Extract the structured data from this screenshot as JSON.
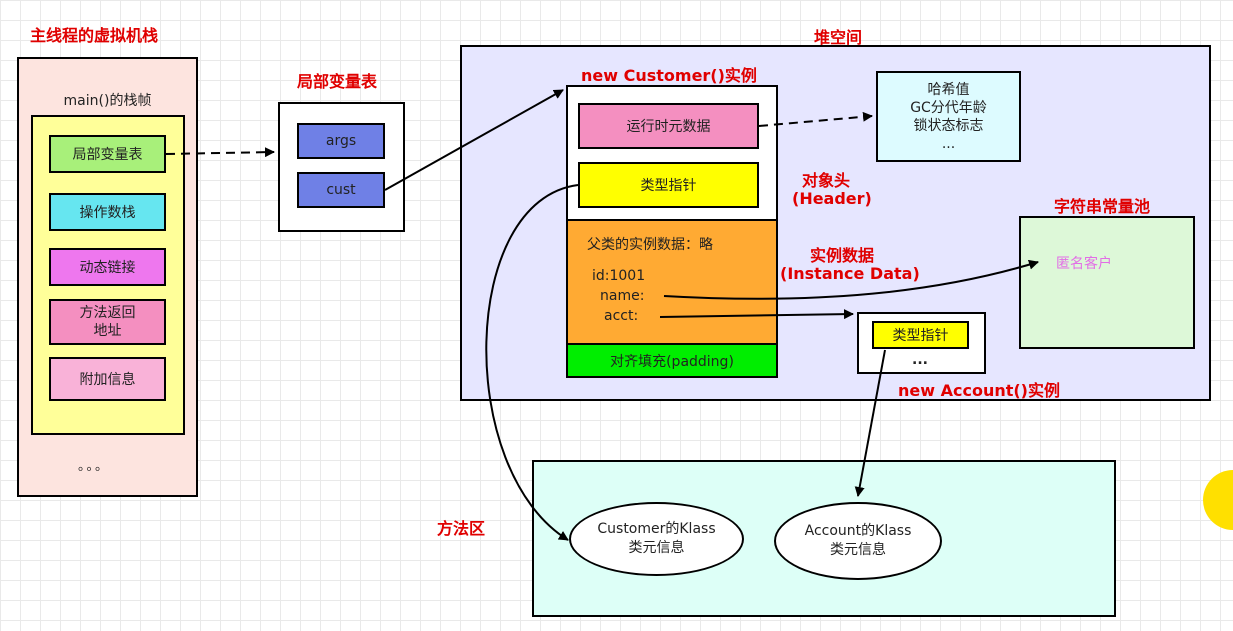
{
  "stack": {
    "title": "主线程的虚拟机栈",
    "frame_label": "main()的栈帧",
    "items": [
      "局部变量表",
      "操作数栈",
      "动态链接",
      "方法返回\n地址",
      "附加信息"
    ],
    "more": "。。。"
  },
  "lvt": {
    "title": "局部变量表",
    "slots": [
      "args",
      "cust"
    ]
  },
  "heap": {
    "title": "堆空间",
    "customer_title": "new Customer()实例",
    "runtime_meta": "运行时元数据",
    "type_pointer": "类型指针",
    "header_label": "对象头",
    "header_label_en": "(Header)",
    "mark_info": [
      "哈希值",
      "GC分代年龄",
      "锁状态标志",
      "..."
    ],
    "parent_data": "父类的实例数据：略",
    "fields": [
      "id:1001",
      "name:",
      "acct:"
    ],
    "instance_label": "实例数据",
    "instance_label_en": "(Instance Data)",
    "padding": "对齐填充(padding)",
    "string_pool_title": "字符串常量池",
    "string_value": "匿名客户",
    "account_type_pointer": "类型指针",
    "account_more": "...",
    "account_title": "new Account()实例"
  },
  "method_area": {
    "title": "方法区",
    "customer_klass": "Customer的Klass\n类元信息",
    "account_klass": "Account的Klass\n类元信息"
  },
  "colors": {
    "green": "#a8f07a",
    "cyan": "#66e6f0",
    "magenta": "#ee77ee",
    "pink": "#f48fc0",
    "yellow": "#ffff00",
    "orange": "#ffaa33",
    "bright_green": "#00ee00",
    "slot_blue": "#6f80e6",
    "heap_bg": "#e6e6ff",
    "method_bg": "#ddfff7"
  }
}
